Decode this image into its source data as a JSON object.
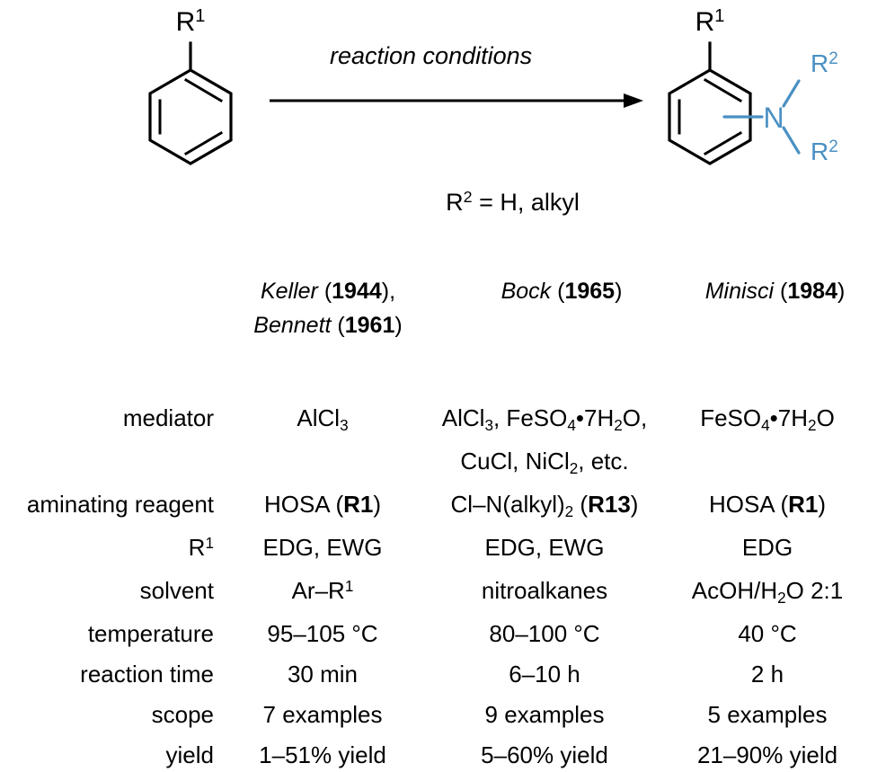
{
  "scheme": {
    "substrate_label": "R1",
    "substrate_label_sup": "1",
    "arrow_label": "reaction conditions",
    "product_label": "R1",
    "product_label_sup": "1",
    "nitrogen_symbol": "N",
    "product_substituent_top": "R",
    "product_substituent_top_sup": "2",
    "product_substituent_bottom": "R",
    "product_substituent_bottom_sup": "2",
    "accent_color": "#4a90c4",
    "line_color": "#000000"
  },
  "definition": {
    "r2_base": "R",
    "r2_sup": "2",
    "r2_value": " = H, alkyl"
  },
  "citations": [
    {
      "lines": [
        {
          "name": "Keller",
          "year": "1944",
          "trailing": ","
        },
        {
          "name": "Bennett",
          "year": "1961",
          "trailing": ""
        }
      ]
    },
    {
      "lines": [
        {
          "name": "Bock",
          "year": "1965",
          "trailing": ""
        }
      ]
    },
    {
      "lines": [
        {
          "name": "Minisci",
          "year": "1984",
          "trailing": ""
        }
      ]
    }
  ],
  "table": {
    "rows": [
      {
        "label": "mediator",
        "col1_html": "AlCl<sub>3</sub>",
        "col2_html": "AlCl<sub>3</sub>, FeSO<sub>4</sub>&bull;7H<sub>2</sub>O,<br>CuCl, NiCl<sub>2</sub>, etc.",
        "col3_html": "FeSO<sub>4</sub>&bull;7H<sub>2</sub>O"
      },
      {
        "label": "aminating reagent",
        "col1_html": "HOSA (<span class=\"bold\">R1</span>)",
        "col2_html": "Cl&#8211;N(alkyl)<sub>2</sub> (<span class=\"bold\">R13</span>)",
        "col3_html": "HOSA (<span class=\"bold\">R1</span>)"
      },
      {
        "label_html": "R<sup>1</sup>",
        "label": "R1",
        "col1_html": "EDG, EWG",
        "col2_html": "EDG, EWG",
        "col3_html": "EDG"
      },
      {
        "label": "solvent",
        "col1_html": "Ar&#8211;R<sup>1</sup>",
        "col2_html": "nitroalkanes",
        "col3_html": "AcOH/H<sub>2</sub>O 2:1"
      },
      {
        "label": "temperature",
        "col1_html": "95&#8211;105 &deg;C",
        "col2_html": "80&#8211;100 &deg;C",
        "col3_html": "40 &deg;C"
      },
      {
        "label": "reaction time",
        "col1_html": "30 min",
        "col2_html": "6&#8211;10 h",
        "col3_html": "2 h"
      },
      {
        "label": "scope",
        "col1_html": "7 examples",
        "col2_html": "9 examples",
        "col3_html": "5 examples"
      },
      {
        "label": "yield",
        "col1_html": "1&#8211;51% yield",
        "col2_html": "5&#8211;60% yield",
        "col3_html": "21&#8211;90% yield"
      }
    ]
  }
}
